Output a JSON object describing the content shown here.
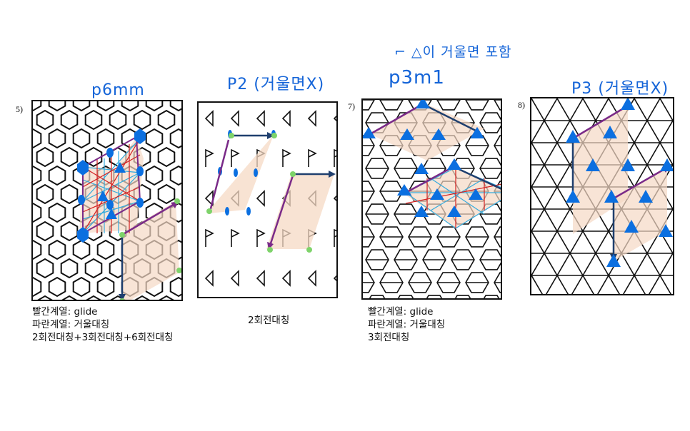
{
  "panels": [
    {
      "number": "5)",
      "title": "p6mm"
    },
    {
      "number": "",
      "title": "P2 (거울면X)"
    },
    {
      "number": "7)",
      "title": "p3m1",
      "title_note": "⌐ △이 거울면 포함"
    },
    {
      "number": "8)",
      "title": "P3 (거울면X)"
    }
  ],
  "notes": {
    "panel5": [
      "빨간계열: glide",
      "파란계열: 거울대칭",
      "2회전대칭+3회전대칭+6회전대칭"
    ],
    "panel6": [
      "2회전대칭"
    ],
    "panel7": [
      "빨간계열: glide",
      "파란계열: 거울대칭",
      "3회전대칭"
    ]
  },
  "colors": {
    "handwriting": "#1464d8",
    "marker": "#0b6fe0",
    "glide": "#d42020",
    "mirror": "#33aadd",
    "highlight": "#f5d9c4",
    "dot_green": "#7ed36a",
    "arrow_purple": "#7a2a88",
    "arrow_navy": "#1f3f6e"
  }
}
